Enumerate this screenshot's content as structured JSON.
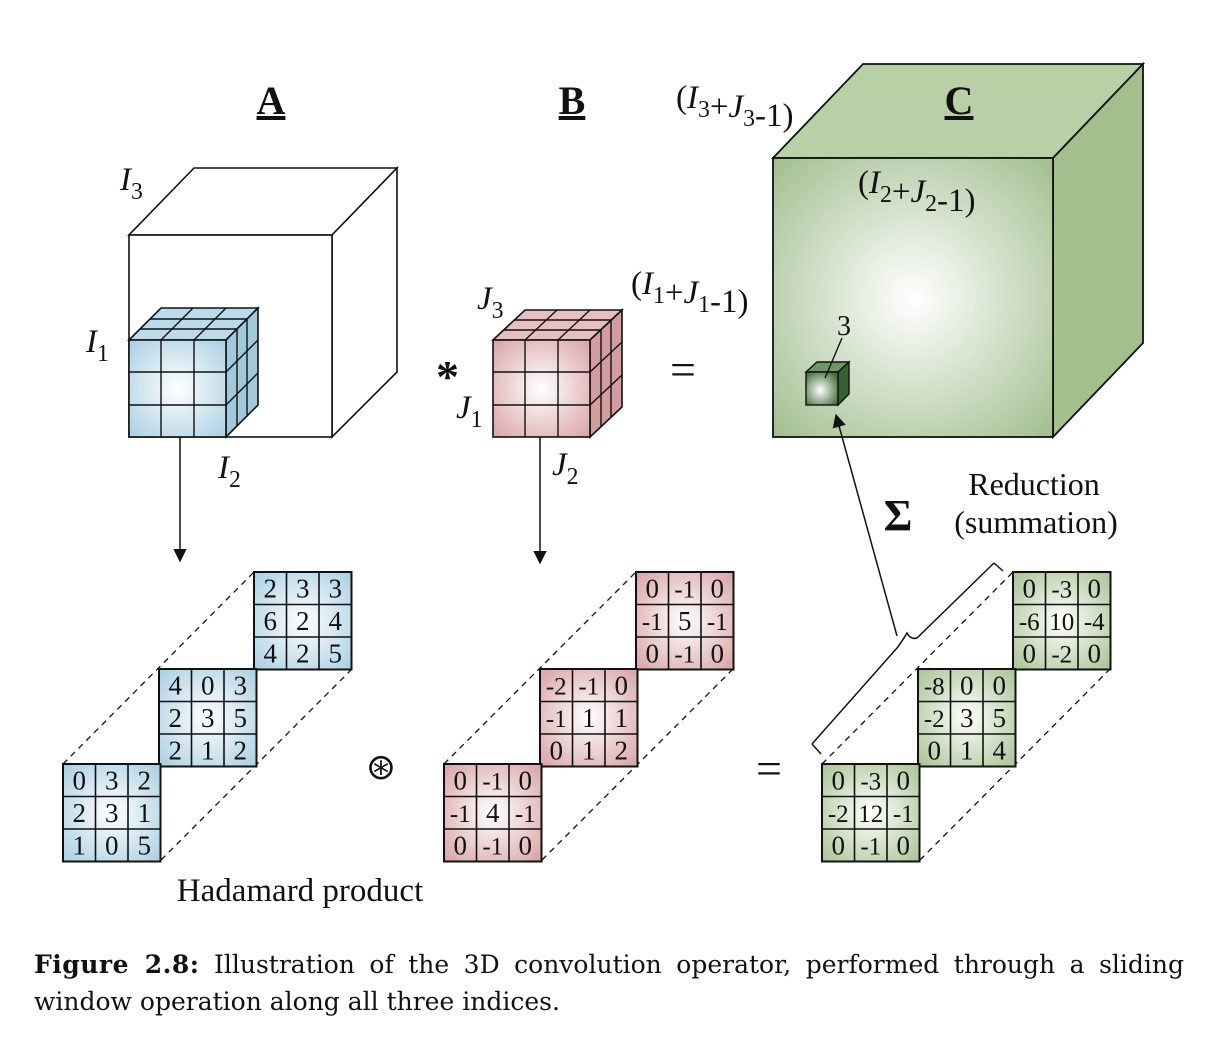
{
  "labels": {
    "tensor_a": "A",
    "tensor_b": "B",
    "tensor_c": "C",
    "a_dim3": "I3",
    "a_dim1": "I1",
    "a_dim2": "I2",
    "b_dim3": "J3",
    "b_dim1": "J1",
    "b_dim2": "J2",
    "c_dim3": "(I3+J3-1)",
    "c_dim2": "(I2+J2-1)",
    "c_dim1": "(I1+J1-1)",
    "c_highlight_value": "3",
    "conv_operator": "*",
    "equals_top": "=",
    "equals_bottom": "=",
    "hadamard_operator": "⊛",
    "sigma": "Σ",
    "reduction_line1": "Reduction",
    "reduction_line2": "(summation)",
    "hadamard_label": "Hadamard product"
  },
  "colors": {
    "blue": "#a9cfe2",
    "red": "#d9a3a5",
    "green": "#a8c394",
    "green_dark": "#4c7a43"
  },
  "matrices": {
    "a": [
      [
        [
          "2",
          "3",
          "3"
        ],
        [
          "6",
          "2",
          "4"
        ],
        [
          "4",
          "2",
          "5"
        ]
      ],
      [
        [
          "4",
          "0",
          "3"
        ],
        [
          "2",
          "3",
          "5"
        ],
        [
          "2",
          "1",
          "2"
        ]
      ],
      [
        [
          "0",
          "3",
          "2"
        ],
        [
          "2",
          "3",
          "1"
        ],
        [
          "1",
          "0",
          "5"
        ]
      ]
    ],
    "b": [
      [
        [
          "0",
          "-1",
          "0"
        ],
        [
          "-1",
          "5",
          "-1"
        ],
        [
          "0",
          "-1",
          "0"
        ]
      ],
      [
        [
          "-2",
          "-1",
          "0"
        ],
        [
          "-1",
          "1",
          "1"
        ],
        [
          "0",
          "1",
          "2"
        ]
      ],
      [
        [
          "0",
          "-1",
          "0"
        ],
        [
          "-1",
          "4",
          "-1"
        ],
        [
          "0",
          "-1",
          "0"
        ]
      ]
    ],
    "c": [
      [
        [
          "0",
          "-3",
          "0"
        ],
        [
          "-6",
          "10",
          "-4"
        ],
        [
          "0",
          "-2",
          "0"
        ]
      ],
      [
        [
          "-8",
          "0",
          "0"
        ],
        [
          "-2",
          "3",
          "5"
        ],
        [
          "0",
          "1",
          "4"
        ]
      ],
      [
        [
          "0",
          "-3",
          "0"
        ],
        [
          "-2",
          "12",
          "-1"
        ],
        [
          "0",
          "-1",
          "0"
        ]
      ]
    ]
  },
  "caption": {
    "label": "Figure 2.8:",
    "text": "Illustration of the 3D convolution operator, performed through a sliding window operation along all three indices."
  }
}
